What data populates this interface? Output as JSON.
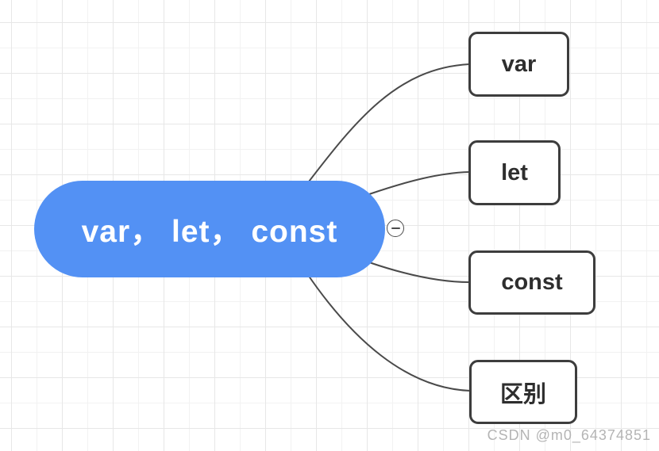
{
  "diagram": {
    "type": "mindmap",
    "root": {
      "label": "var， let， const",
      "fill_color": "#5391f4",
      "text_color": "#ffffff"
    },
    "collapse_button": {
      "icon": "minus-icon",
      "symbol": "−"
    },
    "children": [
      {
        "label": "var"
      },
      {
        "label": "let"
      },
      {
        "label": "const"
      },
      {
        "label": "区别"
      }
    ],
    "styles": {
      "child_border_color": "#3d3d3d",
      "child_text_color": "#2e2e2e",
      "connector_color": "#4a4a4a",
      "grid_color": "#e7e7e7",
      "background_color": "#ffffff"
    }
  },
  "watermark": {
    "text": "CSDN @m0_64374851",
    "color": "#b4b4b4"
  }
}
